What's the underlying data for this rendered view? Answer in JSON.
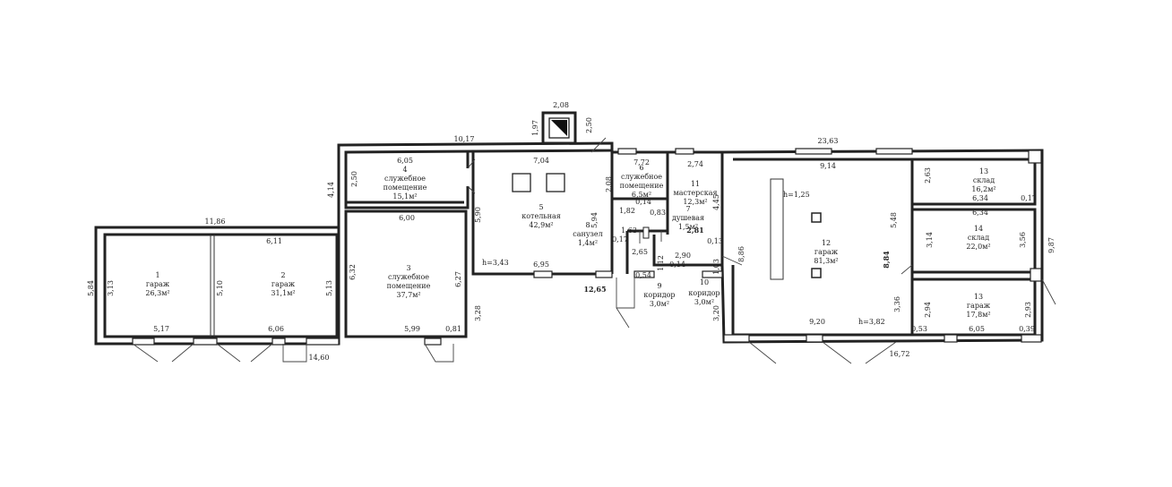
{
  "rooms": [
    {
      "num": "1",
      "name": "гараж",
      "area": "26,3м²"
    },
    {
      "num": "2",
      "name": "гараж",
      "area": "31,1м²"
    },
    {
      "num": "3",
      "name": "служебное",
      "name2": "помещение",
      "area": "37,7м²"
    },
    {
      "num": "4",
      "name": "служебное",
      "name2": "помещение",
      "area": "15,1м²"
    },
    {
      "num": "5",
      "name": "котельная",
      "area": "42,9м²"
    },
    {
      "num": "6",
      "name": "служебное",
      "name2": "помещение",
      "area": "6,5м²"
    },
    {
      "num": "7",
      "name": "душевая",
      "area": "1,5м²"
    },
    {
      "num": "8",
      "name": "санузел",
      "area": "1,4м²"
    },
    {
      "num": "9",
      "name": "коридор",
      "area": "3,0м²"
    },
    {
      "num": "10",
      "name": "коридор",
      "area": "3,0м²"
    },
    {
      "num": "11",
      "name": "мастерская",
      "area": "12,3м²"
    },
    {
      "num": "12",
      "name": "гараж",
      "area": "81,3м²"
    },
    {
      "num": "13",
      "name": "склад",
      "area": "16,2м²"
    },
    {
      "num": "14",
      "name": "склад",
      "area": "22,0м²"
    },
    {
      "num": "13",
      "name": "гараж",
      "area": "17,8м²"
    }
  ],
  "heights": {
    "h1": "h=3,43",
    "h2": "h=1,25",
    "h3": "h=3,82"
  },
  "dimensions": {
    "d2_08": "2,08",
    "d1_97": "1,97",
    "d2_50": "2,50",
    "d10_17": "10,17",
    "d23_63": "23,63",
    "d6_05a": "6,05",
    "d2_50b": "2,50",
    "d7_04": "7,04",
    "d7_72": "7,72",
    "d2_74": "2,74",
    "d9_14": "9,14",
    "d2_63": "2,63",
    "d4_14": "4,14",
    "d5_90": "5,90",
    "d6_34a": "6,34",
    "d0_17a": "0,17",
    "d6_34b": "6,34",
    "d11_86": "11,86",
    "d6_11": "6,11",
    "d6_00": "6,00",
    "d5_84": "5,84",
    "d3_13": "3,13",
    "d5_10": "5,10",
    "d5_13": "5,13",
    "d6_32": "6,32",
    "d6_27": "6,27",
    "d3_28": "3,28",
    "d5_17": "5,17",
    "d6_06": "6,06",
    "d5_99": "5,99",
    "d0_81": "0,81",
    "d14_60": "14,60",
    "d6_95": "6,95",
    "d12_65": "12,65",
    "d5_94": "5,94",
    "d2_08b": "2,08",
    "d1_82": "1,82",
    "d0_14a": "0,14",
    "d1_63": "1,63",
    "d0_17b": "0,17",
    "d2_65": "2,65",
    "d0_83": "0,83",
    "d2_81": "2,81",
    "d0_13": "0,13",
    "d4_45": "4,45",
    "d8_86": "8,86",
    "d5_48": "5,48",
    "d8_84": "8,84",
    "d3_14": "3,14",
    "d3_56": "3,56",
    "d9_87": "9,87",
    "d2_94": "2,94",
    "d2_93": "2,93",
    "d3_36": "3,36",
    "d0_53": "0,53",
    "d16_72": "16,72",
    "d6_05b": "6,05",
    "d0_39": "0,39",
    "d9_20": "9,20",
    "d2_90": "2,90",
    "d0_14b": "0,14",
    "d0_54": "0,54",
    "d3_20": "3,20",
    "d1_12": "1,12",
    "d1_03": "1,03"
  }
}
